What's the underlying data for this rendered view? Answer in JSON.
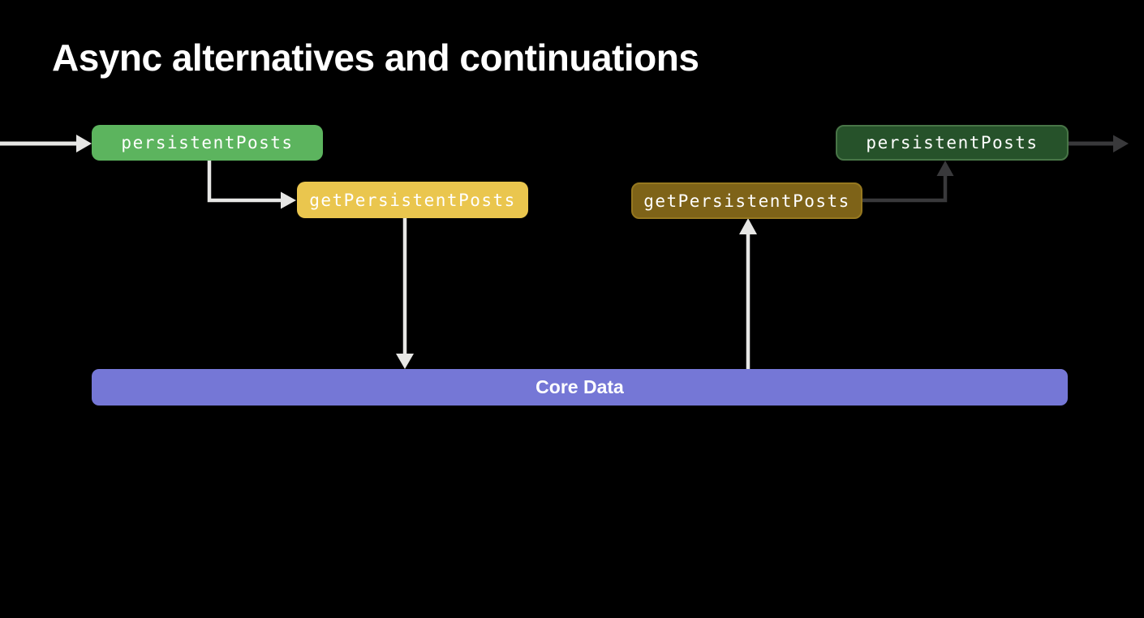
{
  "slide": {
    "title": "Async alternatives and continuations"
  },
  "colors": {
    "background": "#000000",
    "title_text": "#FFFFFF",
    "node_text": "#FFFFFF",
    "green_active": "#5CB45E",
    "yellow_active": "#EAC64E",
    "olive_dimmed": "#7E6318",
    "olive_dimmed_border": "#96781F",
    "green_dimmed": "#26522A",
    "green_dimmed_border": "#487547",
    "core_data_purple": "#7577D6",
    "arrow_light": "#E7E7E5",
    "arrow_dark": "#39393B"
  },
  "diagram": {
    "nodes": [
      {
        "id": "persistent-posts-left",
        "label": "persistentPosts",
        "state": "highlighted"
      },
      {
        "id": "get-persistent-posts-left",
        "label": "getPersistentPosts",
        "state": "highlighted"
      },
      {
        "id": "get-persistent-posts-right",
        "label": "getPersistentPosts",
        "state": "dimmed"
      },
      {
        "id": "persistent-posts-right",
        "label": "persistentPosts",
        "state": "dimmed"
      },
      {
        "id": "core-data",
        "label": "Core Data",
        "state": "neutral"
      }
    ],
    "edges": [
      {
        "from": "offscreen-left",
        "to": "persistent-posts-left",
        "style": "light"
      },
      {
        "from": "persistent-posts-left",
        "to": "get-persistent-posts-left",
        "style": "light"
      },
      {
        "from": "get-persistent-posts-left",
        "to": "core-data",
        "style": "light"
      },
      {
        "from": "core-data",
        "to": "get-persistent-posts-right",
        "style": "light"
      },
      {
        "from": "get-persistent-posts-right",
        "to": "persistent-posts-right",
        "style": "dark"
      },
      {
        "from": "persistent-posts-right",
        "to": "offscreen-right",
        "style": "dark"
      }
    ]
  }
}
